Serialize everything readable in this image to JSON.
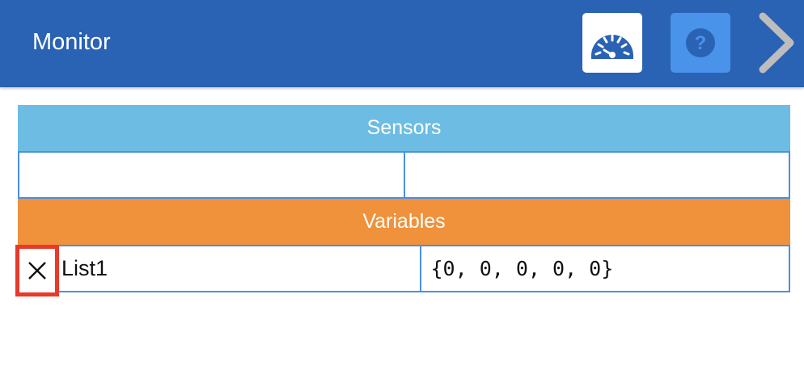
{
  "header": {
    "title": "Monitor",
    "gauge_icon": "gauge-icon",
    "help_icon": "help-icon",
    "forward_icon": "chevron-right-icon",
    "colors": {
      "bar": "#2a62b4",
      "help_button": "#4a93ea"
    }
  },
  "sensors": {
    "title": "Sensors",
    "color": "#6cbce4",
    "rows": [
      {
        "name": "",
        "value": ""
      }
    ]
  },
  "variables": {
    "title": "Variables",
    "color": "#f0913c",
    "rows": [
      {
        "name": "List1",
        "value": "{0, 0, 0, 0, 0}",
        "remove_icon": "close-icon"
      }
    ]
  }
}
